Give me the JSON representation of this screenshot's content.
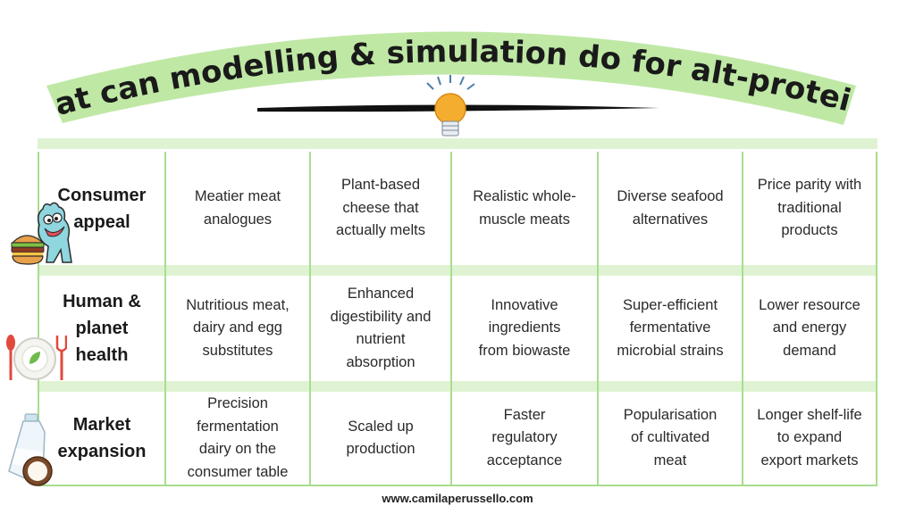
{
  "title": "What can modelling & simulation do for alt-proteins?",
  "colors": {
    "accent_green": "#bfe8a5",
    "grid_line": "#a9dd8f",
    "band": "#dff3d3"
  },
  "rows": [
    {
      "header": [
        "Consumer",
        "appeal"
      ],
      "cells": [
        [
          "Meatier meat",
          "analogues"
        ],
        [
          "Plant-based",
          "cheese that",
          "actually melts"
        ],
        [
          "Realistic whole-",
          "muscle meats"
        ],
        [
          "Diverse seafood",
          "alternatives"
        ],
        [
          "Price parity with",
          "traditional",
          "products"
        ]
      ],
      "icon": "burger-mascot-icon"
    },
    {
      "header": [
        "Human &",
        "planet",
        "health"
      ],
      "cells": [
        [
          "Nutritious meat,",
          "dairy and egg",
          "substitutes"
        ],
        [
          "Enhanced",
          "digestibility and",
          "nutrient",
          "absorption"
        ],
        [
          "Innovative",
          "ingredients",
          "from biowaste"
        ],
        [
          "Super-efficient",
          "fermentative",
          "microbial strains"
        ],
        [
          "Lower resource",
          "and energy",
          "demand"
        ]
      ],
      "icon": "plate-cutlery-icon"
    },
    {
      "header": [
        "Market",
        "expansion"
      ],
      "cells": [
        [
          "Precision",
          "fermentation",
          "dairy on the",
          "consumer table"
        ],
        [
          "Scaled up",
          "production"
        ],
        [
          "Faster",
          "regulatory",
          "acceptance"
        ],
        [
          "Popularisation",
          "of cultivated",
          "meat"
        ],
        [
          "Longer shelf-life",
          "to expand",
          "export markets"
        ]
      ],
      "icon": "milk-coconut-icon"
    }
  ],
  "footer": "www.camilaperussello.com"
}
